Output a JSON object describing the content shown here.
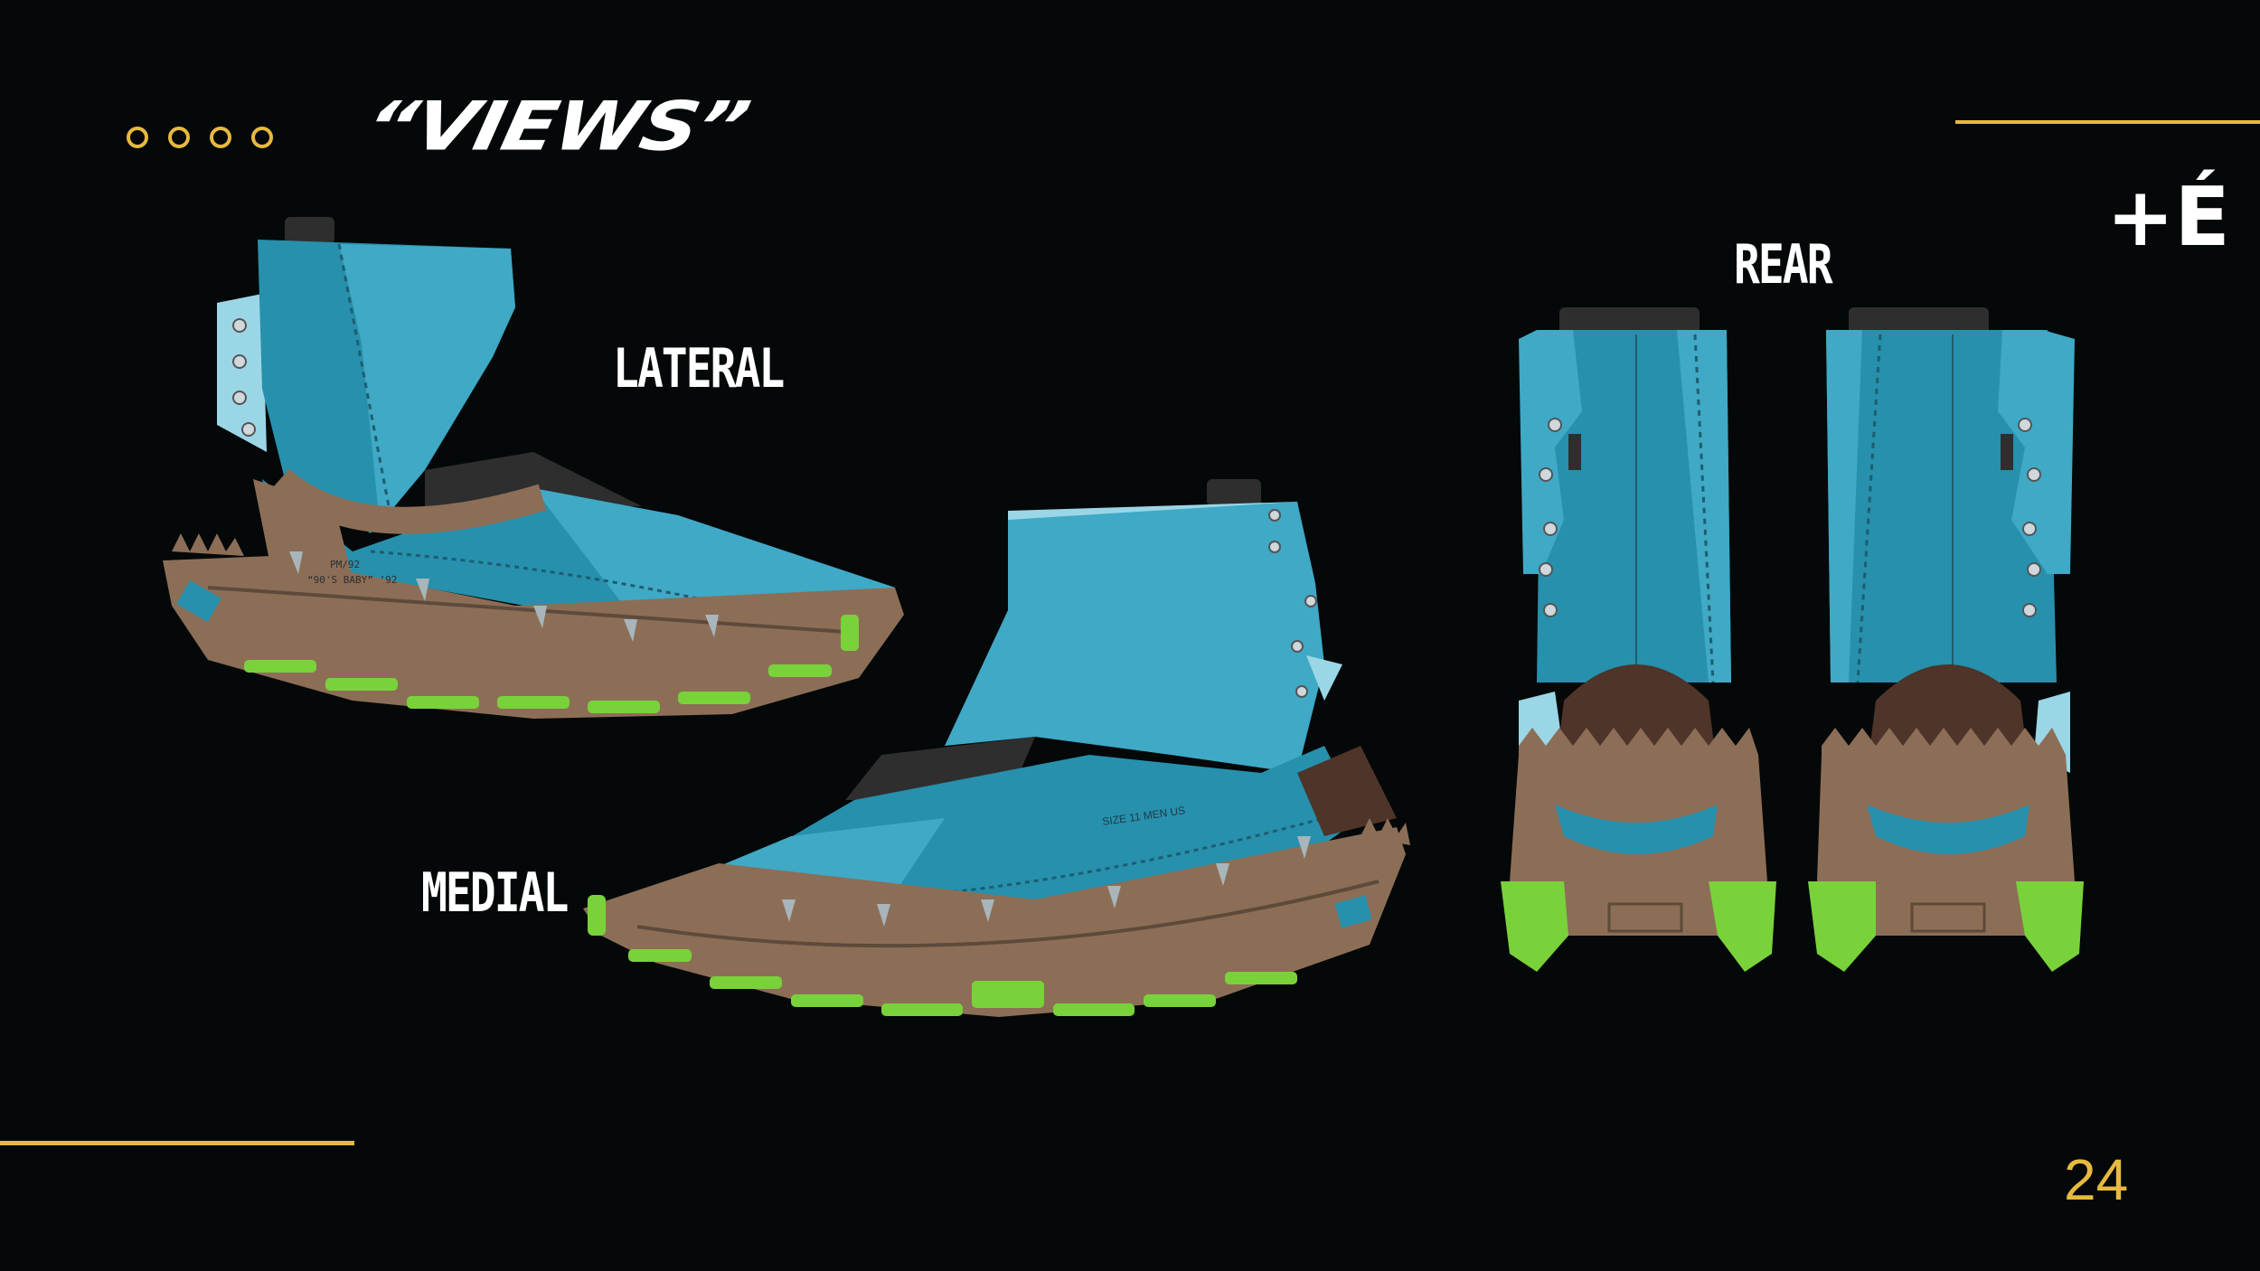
{
  "slide": {
    "title": "“VIEWS”",
    "logo": "+É",
    "page_number": "24",
    "decor_dots": 4
  },
  "views": {
    "lateral": "LATERAL",
    "medial": "MEDIAL",
    "rear": "REAR"
  },
  "shoe_text": {
    "lateral_print_line1": "PM/92",
    "lateral_print_line2": "“90'S BABY” ’92",
    "medial_size": "SIZE 11 MEN US"
  },
  "colors": {
    "background": "#040808",
    "accent": "#e6b93f",
    "upper_dark": "#2690ad",
    "upper_light": "#3fa9c6",
    "upper_pale": "#9bd6e6",
    "sole_brown": "#8c6e57",
    "heel_dark": "#4e3429",
    "sole_green": "#79d23a",
    "collar": "#2e2e2e"
  }
}
